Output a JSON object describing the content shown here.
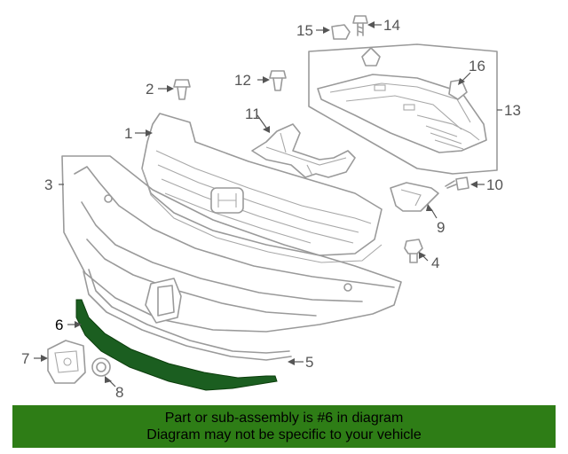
{
  "callouts": {
    "c1": "1",
    "c2": "2",
    "c3": "3",
    "c4": "4",
    "c5": "5",
    "c6": "6",
    "c7": "7",
    "c8": "8",
    "c9": "9",
    "c10": "10",
    "c11": "11",
    "c12": "12",
    "c13": "13",
    "c14": "14",
    "c15": "15",
    "c16": "16"
  },
  "highlighted_part": "6",
  "colors": {
    "highlight": "#1b5e20",
    "banner": "#2e7d16",
    "line": "#9a9a9a"
  },
  "banner": {
    "line1": "Part or sub-assembly is #6 in diagram",
    "line2": "Diagram may not be specific to your vehicle"
  }
}
